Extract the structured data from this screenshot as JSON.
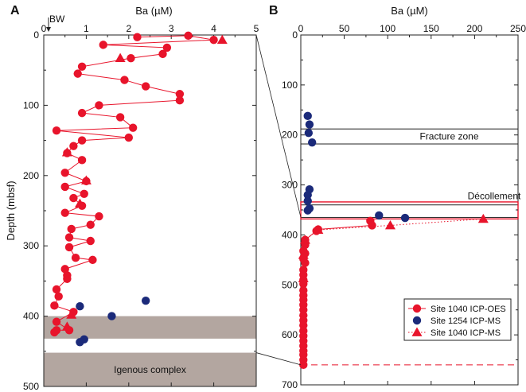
{
  "colors": {
    "red": "#e8142b",
    "blue": "#1b2a7a",
    "shade": "#b3a6a0",
    "frame": "#222222"
  },
  "chart_data": [
    {
      "type": "scatter",
      "panel": "A",
      "xlabel": "Ba (µM)",
      "ylabel": "Depth (mbsf)",
      "xlim": [
        0,
        5
      ],
      "ylim": [
        0,
        500
      ],
      "x_ticks": [
        "0",
        "1",
        "2",
        "3",
        "4",
        "5"
      ],
      "y_ticks": [
        "0",
        "100",
        "200",
        "300",
        "400",
        "500"
      ],
      "bw_label": "BW",
      "bands": [
        {
          "from": 400,
          "to": 432
        },
        {
          "from": 452,
          "to": 500,
          "label": "Igenous complex"
        }
      ],
      "series": [
        {
          "name": "Site 1040 ICP-OES",
          "marker": "circle",
          "connected": true,
          "points": [
            [
              2.2,
              3
            ],
            [
              3.4,
              1
            ],
            [
              4.0,
              7
            ],
            [
              1.4,
              14
            ],
            [
              2.9,
              18
            ],
            [
              2.8,
              27
            ],
            [
              2.05,
              33
            ],
            [
              0.9,
              45
            ],
            [
              0.8,
              55
            ],
            [
              1.9,
              64
            ],
            [
              2.4,
              73
            ],
            [
              3.2,
              84
            ],
            [
              3.2,
              93
            ],
            [
              1.3,
              100
            ],
            [
              0.9,
              111
            ],
            [
              1.8,
              117
            ],
            [
              2.1,
              132
            ],
            [
              0.3,
              136
            ],
            [
              2.0,
              146
            ],
            [
              0.9,
              150
            ],
            [
              0.7,
              158
            ],
            [
              0.55,
              168
            ],
            [
              0.9,
              178
            ],
            [
              0.5,
              196
            ],
            [
              1.0,
              208
            ],
            [
              0.5,
              216
            ],
            [
              0.95,
              226
            ],
            [
              0.7,
              232
            ],
            [
              0.9,
              243
            ],
            [
              0.5,
              253
            ],
            [
              1.3,
              258
            ],
            [
              1.1,
              270
            ],
            [
              0.65,
              276
            ],
            [
              0.6,
              288
            ],
            [
              1.1,
              293
            ],
            [
              0.6,
              302
            ],
            [
              0.75,
              317
            ],
            [
              1.15,
              320
            ],
            [
              0.5,
              333
            ],
            [
              0.55,
              342
            ],
            [
              0.55,
              347
            ],
            [
              0.3,
              362
            ],
            [
              0.35,
              372
            ],
            [
              0.25,
              385
            ],
            [
              0.7,
              394
            ],
            [
              0.3,
              408
            ],
            [
              0.6,
              420
            ],
            [
              0.3,
              420
            ],
            [
              0.25,
              423
            ]
          ]
        },
        {
          "name": "Site 1254 ICP-MS",
          "marker": "circle",
          "connected": false,
          "points": [
            [
              2.4,
              378
            ],
            [
              0.85,
              386
            ],
            [
              1.6,
              400
            ],
            [
              0.95,
              433
            ],
            [
              0.85,
              437
            ]
          ]
        },
        {
          "name": "Site 1040 ICP-MS",
          "marker": "triangle",
          "connected": false,
          "points": [
            [
              4.2,
              7
            ],
            [
              1.8,
              33
            ],
            [
              0.55,
              167
            ],
            [
              1.0,
              207
            ],
            [
              0.85,
              240
            ],
            [
              0.65,
              398
            ],
            [
              0.55,
              415
            ]
          ]
        }
      ]
    },
    {
      "type": "scatter",
      "panel": "B",
      "xlabel": "Ba (µM)",
      "ylabel": "",
      "xlim": [
        0,
        250
      ],
      "ylim": [
        0,
        700
      ],
      "x_ticks": [
        "0",
        "50",
        "100",
        "150",
        "200",
        "250"
      ],
      "y_ticks": [
        "0",
        "100",
        "200",
        "300",
        "400",
        "500",
        "600",
        "700"
      ],
      "annotations": [
        {
          "label": "Fracture zone",
          "from": 188,
          "to": 218
        },
        {
          "label": "Décollement",
          "from": 340,
          "to": 365
        },
        {
          "label": "",
          "from": 334,
          "to": 368,
          "red": true
        }
      ],
      "dashed_depth": 660,
      "legend_position": "bottom-right",
      "series": [
        {
          "name": "Site 1040 ICP-OES",
          "marker": "circle",
          "connected": true,
          "points": [
            [
              80,
              372
            ],
            [
              82,
              381
            ],
            [
              20,
              389
            ],
            [
              18,
              392
            ],
            [
              5,
              410
            ],
            [
              5,
              420
            ],
            [
              3,
              432
            ],
            [
              5,
              437
            ],
            [
              3,
              448
            ],
            [
              5,
              456
            ],
            [
              3,
              470
            ],
            [
              3,
              480
            ],
            [
              3,
              490
            ],
            [
              3,
              498
            ],
            [
              3,
              511
            ],
            [
              3,
              521
            ],
            [
              3,
              530
            ],
            [
              3,
              540
            ],
            [
              3,
              550
            ],
            [
              3,
              561
            ],
            [
              3,
              571
            ],
            [
              3,
              581
            ],
            [
              3,
              592
            ],
            [
              3,
              602
            ],
            [
              3,
              612
            ],
            [
              3,
              622
            ],
            [
              3,
              632
            ],
            [
              3,
              640
            ],
            [
              3,
              650
            ],
            [
              3,
              660
            ]
          ]
        },
        {
          "name": "Site 1254 ICP-MS",
          "marker": "circle",
          "connected": false,
          "points": [
            [
              8,
              162
            ],
            [
              10,
              179
            ],
            [
              9,
              196
            ],
            [
              13,
              215
            ],
            [
              10,
              309
            ],
            [
              8,
              320
            ],
            [
              8,
              332
            ],
            [
              10,
              347
            ],
            [
              8,
              351
            ],
            [
              90,
              361
            ],
            [
              120,
              366
            ]
          ]
        },
        {
          "name": "Site 1040 ICP-MS",
          "marker": "triangle",
          "connected": true,
          "points": [
            [
              210,
              368
            ],
            [
              103,
              381
            ],
            [
              20,
              390
            ],
            [
              5,
              410
            ],
            [
              3,
              440
            ],
            [
              3,
              487
            ]
          ]
        }
      ]
    }
  ]
}
